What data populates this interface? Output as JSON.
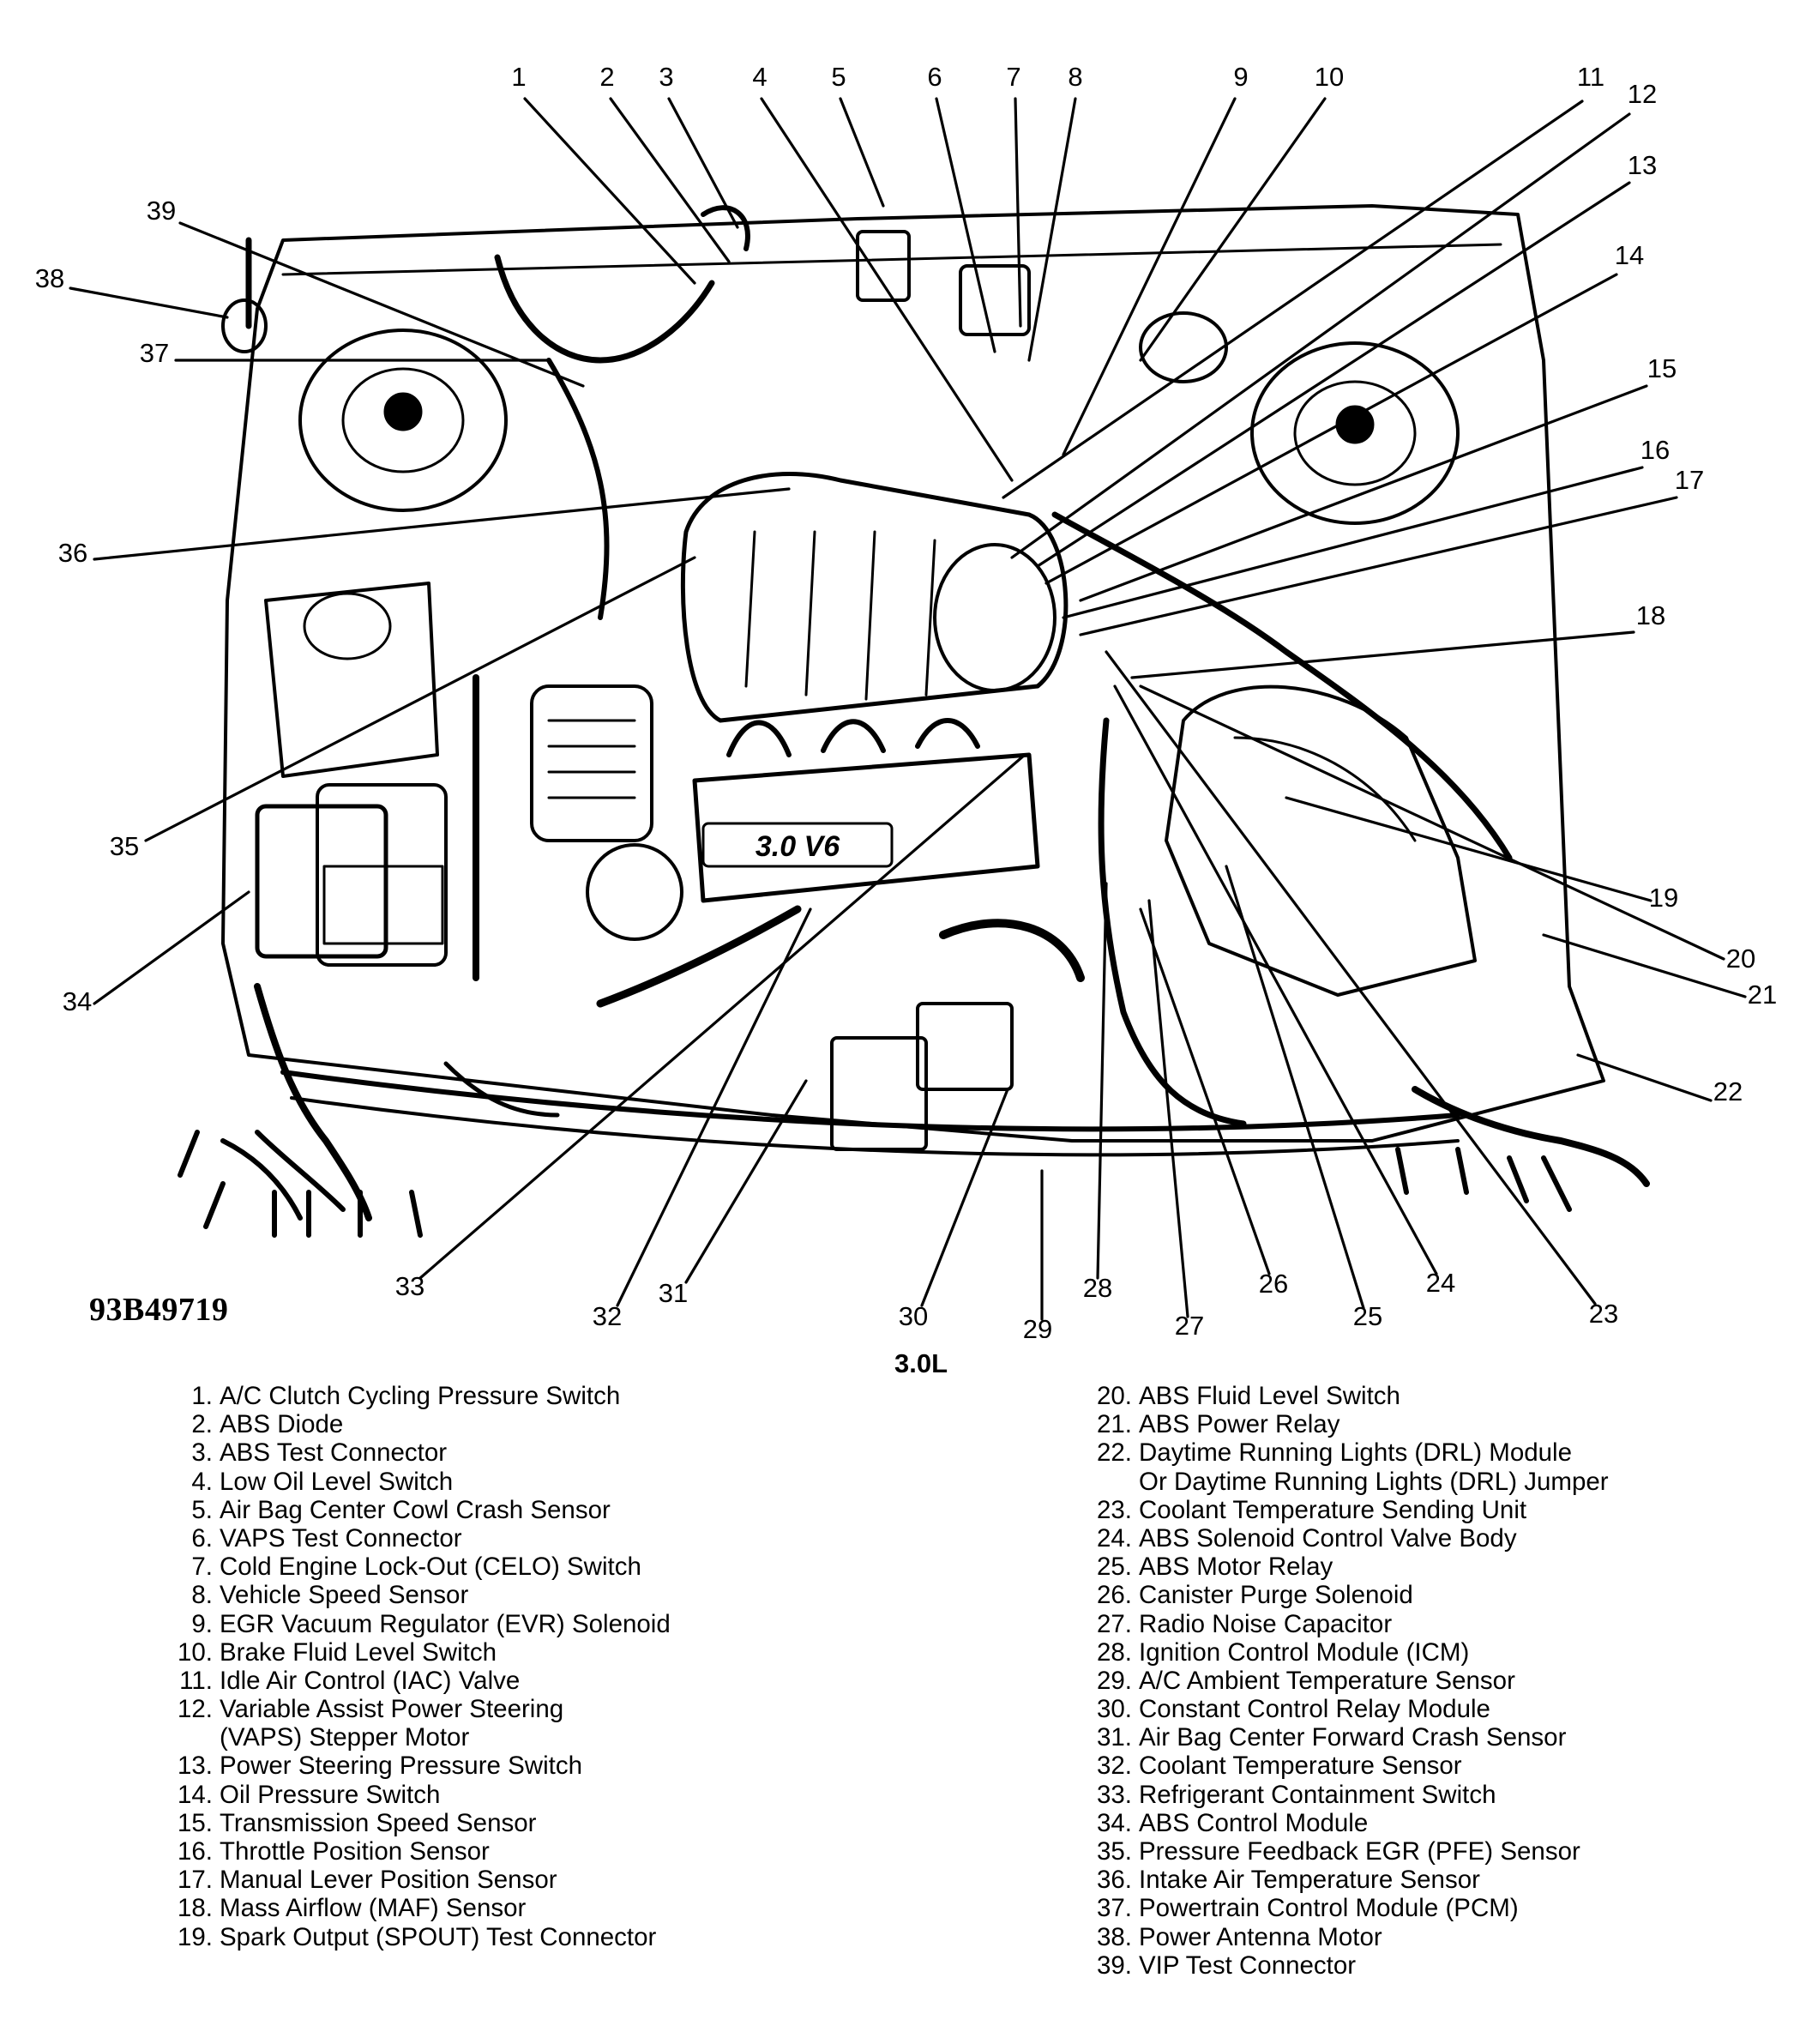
{
  "figure_number": "93B49719",
  "engine_label": "3.0L",
  "callouts": [
    "1",
    "2",
    "3",
    "4",
    "5",
    "6",
    "7",
    "8",
    "9",
    "10",
    "11",
    "12",
    "13",
    "14",
    "15",
    "16",
    "17",
    "18",
    "19",
    "20",
    "21",
    "22",
    "23",
    "24",
    "25",
    "26",
    "27",
    "28",
    "29",
    "30",
    "31",
    "32",
    "33",
    "34",
    "35",
    "36",
    "37",
    "38",
    "39"
  ],
  "legend_left": [
    {
      "num": "1.",
      "text": "A/C Clutch Cycling Pressure Switch"
    },
    {
      "num": "2.",
      "text": "ABS Diode"
    },
    {
      "num": "3.",
      "text": "ABS Test Connector"
    },
    {
      "num": "4.",
      "text": "Low Oil Level Switch"
    },
    {
      "num": "5.",
      "text": "Air Bag Center Cowl Crash Sensor"
    },
    {
      "num": "6.",
      "text": "VAPS Test Connector"
    },
    {
      "num": "7.",
      "text": "Cold Engine Lock-Out (CELO) Switch"
    },
    {
      "num": "8.",
      "text": "Vehicle Speed Sensor"
    },
    {
      "num": "9.",
      "text": "EGR Vacuum Regulator (EVR) Solenoid"
    },
    {
      "num": "10.",
      "text": "Brake Fluid Level Switch"
    },
    {
      "num": "11.",
      "text": "Idle Air Control (IAC) Valve"
    },
    {
      "num": "12.",
      "text": "Variable Assist Power Steering\n(VAPS) Stepper Motor"
    },
    {
      "num": "13.",
      "text": "Power Steering Pressure Switch"
    },
    {
      "num": "14.",
      "text": "Oil Pressure Switch"
    },
    {
      "num": "15.",
      "text": "Transmission Speed Sensor"
    },
    {
      "num": "16.",
      "text": "Throttle Position Sensor"
    },
    {
      "num": "17.",
      "text": "Manual Lever Position Sensor"
    },
    {
      "num": "18.",
      "text": "Mass Airflow (MAF) Sensor"
    },
    {
      "num": "19.",
      "text": "Spark Output (SPOUT) Test Connector"
    }
  ],
  "legend_right": [
    {
      "num": "20.",
      "text": "ABS Fluid Level Switch"
    },
    {
      "num": "21.",
      "text": "ABS Power Relay"
    },
    {
      "num": "22.",
      "text": "Daytime Running Lights (DRL) Module\nOr Daytime Running Lights (DRL) Jumper"
    },
    {
      "num": "23.",
      "text": "Coolant Temperature Sending Unit"
    },
    {
      "num": "24.",
      "text": "ABS Solenoid Control Valve Body"
    },
    {
      "num": "25.",
      "text": "ABS Motor Relay"
    },
    {
      "num": "26.",
      "text": "Canister Purge Solenoid"
    },
    {
      "num": "27.",
      "text": "Radio Noise Capacitor"
    },
    {
      "num": "28.",
      "text": "Ignition Control Module (ICM)"
    },
    {
      "num": "29.",
      "text": "A/C Ambient Temperature Sensor"
    },
    {
      "num": "30.",
      "text": "Constant Control Relay Module"
    },
    {
      "num": "31.",
      "text": "Air Bag Center Forward Crash Sensor"
    },
    {
      "num": "32.",
      "text": "Coolant Temperature Sensor"
    },
    {
      "num": "33.",
      "text": "Refrigerant Containment Switch"
    },
    {
      "num": "34.",
      "text": "ABS Control Module"
    },
    {
      "num": "35.",
      "text": "Pressure Feedback EGR (PFE) Sensor"
    },
    {
      "num": "36.",
      "text": "Intake Air Temperature Sensor"
    },
    {
      "num": "37.",
      "text": "Powertrain Control Module (PCM)"
    },
    {
      "num": "38.",
      "text": "Power Antenna Motor"
    },
    {
      "num": "39.",
      "text": "VIP Test Connector"
    }
  ],
  "engine_badge": "3.0 V6"
}
